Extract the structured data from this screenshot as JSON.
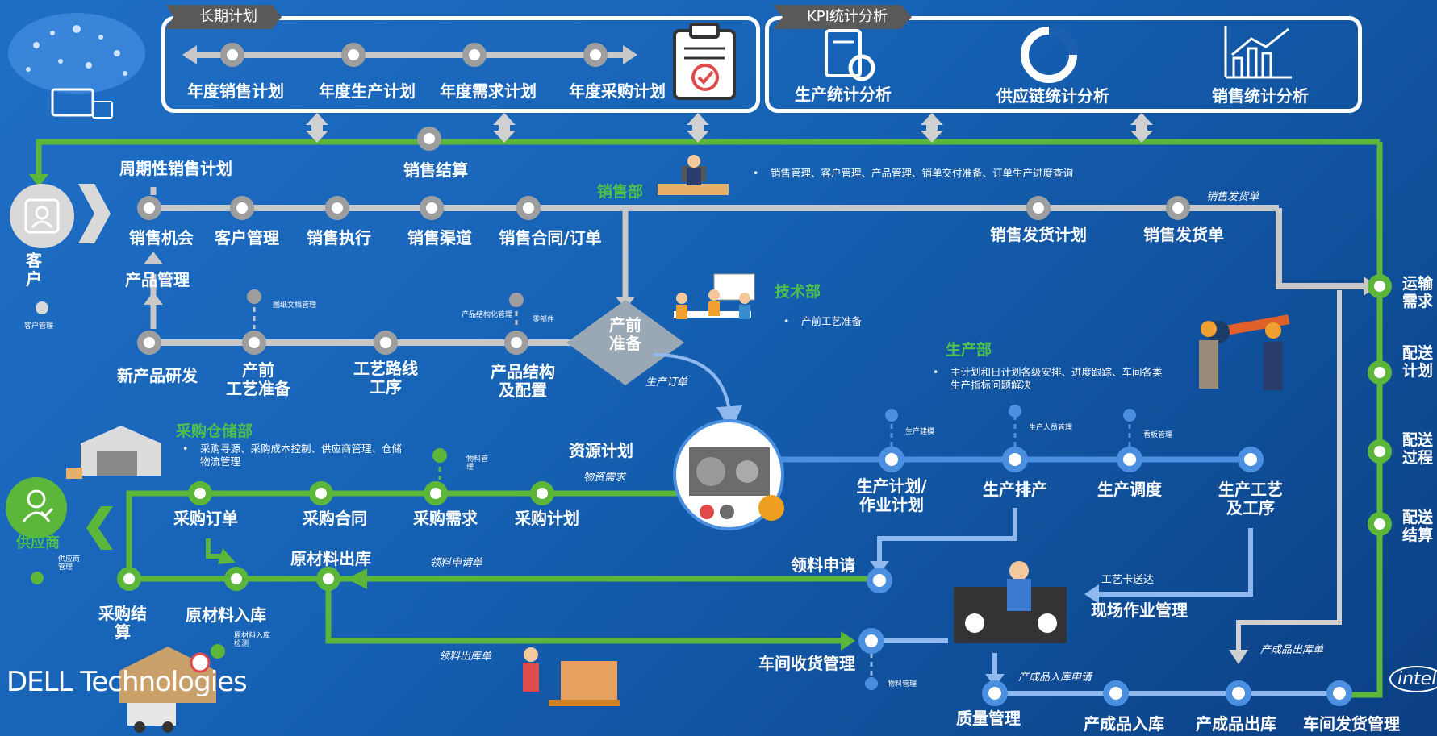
{
  "colors": {
    "grey_line": "#c8c8c8",
    "green_line": "#5cb63a",
    "blue_line": "#4a8fe0",
    "accent_green": "#4cc04c"
  },
  "long_term": {
    "tag": "长期计划",
    "items": [
      "年度销售计划",
      "年度生产计划",
      "年度需求计划",
      "年度采购计划"
    ]
  },
  "kpi": {
    "tag": "KPI统计分析",
    "items": [
      "生产统计分析",
      "供应链统计分析",
      "销售统计分析"
    ]
  },
  "customer": {
    "label": "客户",
    "sub": "客户管理"
  },
  "sales": {
    "dept": "销售部",
    "desc": "销售管理、客户管理、产品管理、销单交付准备、订单生产进度查询",
    "periodic": "周期性销售计划",
    "settlement": "销售结算",
    "nodes": [
      "销售机会",
      "客户管理",
      "销售执行",
      "销售渠道",
      "销售合同/订单"
    ],
    "product_mgmt": "产品管理",
    "ship_plan": "销售发货计划",
    "ship_order": "销售发货单",
    "ship_order_small": "销售发货单"
  },
  "tech": {
    "dept": "技术部",
    "desc": "产前工艺准备",
    "nodes": [
      "新产品研发",
      "产前\n工艺准备",
      "工艺路线\n工序",
      "产品结构\n及配置"
    ],
    "small": [
      "图纸文档管理",
      "产品结构化管理",
      "零部件"
    ],
    "prep": "产前\n准备",
    "prod_order": "生产订单"
  },
  "production": {
    "dept": "生产部",
    "desc": "主计划和日计划各级安排、进度跟踪、车间各类生产指标问题解决",
    "resource_plan": "资源计划",
    "material_demand": "物资需求",
    "nodes": [
      "生产计划/\n作业计划",
      "生产排产",
      "生产调度",
      "生产工艺\n及工序"
    ],
    "small": [
      "生产建模",
      "生产人员管理",
      "看板管理"
    ],
    "requisition": "领料申请",
    "req_order": "领料申请单",
    "card": "工艺卡送达",
    "site": "现场作业管理",
    "receive": "车间收货管理",
    "material_mgmt": "物料管理",
    "quality": "质量管理",
    "fg_in_req": "产成品入库申请",
    "fg_in": "产成品入库",
    "fg_out": "产成品出库",
    "fg_out_order": "产成品出库单",
    "ship_mgmt": "车间发货管理"
  },
  "purchase": {
    "dept": "采购仓储部",
    "desc": "采购寻源、采购成本控制、供应商管理、仓储物流管理",
    "nodes": [
      "采购订单",
      "采购合同",
      "采购需求",
      "采购计划"
    ],
    "material_small": "物料管理",
    "settle": "采购结\n算",
    "raw_in": "原材料入库",
    "raw_in_small": "原材料入库\n检测",
    "raw_out": "原材料出库",
    "issue_order": "领料出库单"
  },
  "supplier": {
    "label": "供应商",
    "sub": "供应商\n管理"
  },
  "logistics": [
    "运输\n需求",
    "配送\n计划",
    "配送\n过程",
    "配送\n结算"
  ],
  "logos": {
    "dell": "DELL Technologies",
    "intel": "intel"
  }
}
